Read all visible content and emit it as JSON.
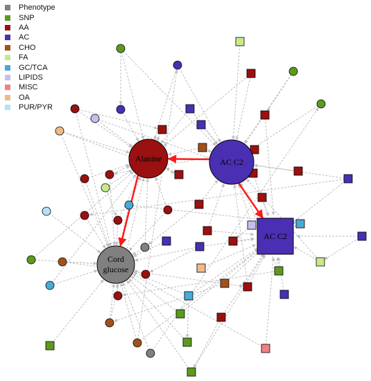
{
  "legend": [
    {
      "label": "Phenotype",
      "color": "#808080"
    },
    {
      "label": "SNP",
      "color": "#5c9a1e"
    },
    {
      "label": "AA",
      "color": "#9b1010"
    },
    {
      "label": "AC",
      "color": "#4a2fb3"
    },
    {
      "label": "CHO",
      "color": "#a0521c"
    },
    {
      "label": "FA",
      "color": "#c8e98a"
    },
    {
      "label": "GC/TCA",
      "color": "#4aa9d6"
    },
    {
      "label": "LIPIDS",
      "color": "#c8bcf0"
    },
    {
      "label": "MISC",
      "color": "#f08080"
    },
    {
      "label": "OA",
      "color": "#f0b98a"
    },
    {
      "label": "PUR/PYR",
      "color": "#b3e3f5"
    }
  ],
  "hubs": {
    "alanine": {
      "label": "Alanine",
      "category": "AA"
    },
    "ac_c2_snp": {
      "label": "AC C2",
      "category": "AC"
    },
    "ac_c2_metab": {
      "label": "AC C2",
      "category": "AC"
    },
    "cord_glucose": {
      "label_line1": "Cord",
      "label_line2": "glucose",
      "category": "Phenotype"
    }
  },
  "colors": {
    "edge": "#bdbdbd",
    "strong_edge": "#ff1a1a",
    "node_stroke": "#000000"
  }
}
